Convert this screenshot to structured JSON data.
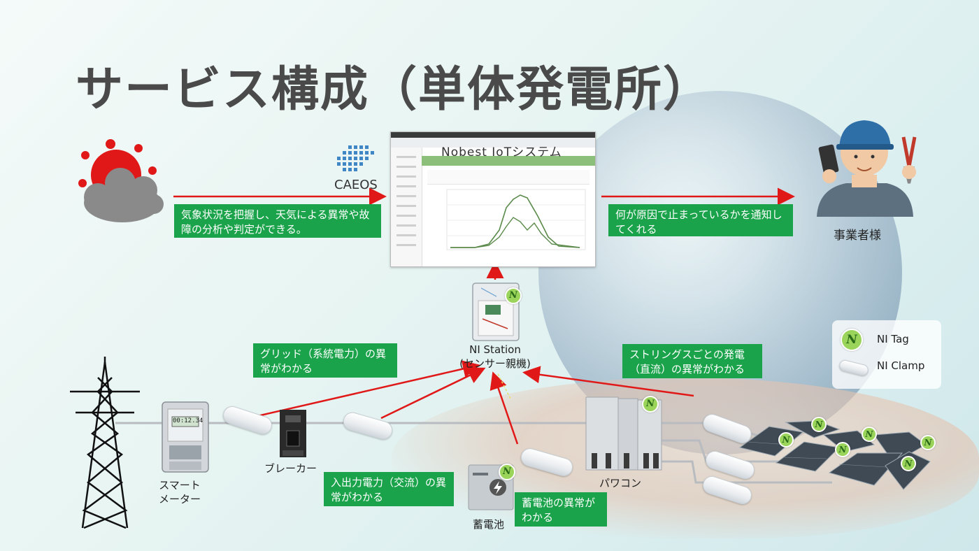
{
  "title": "サービス構成（単体発電所）",
  "system": {
    "screen_title": "Nobest IoTシステム",
    "caeos_label": "CAEOS"
  },
  "callouts": {
    "weather": "気象状況を把握し、天気による異常や故障の分析や判定ができる。",
    "notify": "何が原因で止まっているかを通知してくれる",
    "grid": "グリッド（系統電力）の異常がわかる",
    "strings": "ストリングスごとの発電（直流）の異常がわかる",
    "io_power": "入出力電力（交流）の異常がわかる",
    "battery": "蓄電池の異常がわかる"
  },
  "labels": {
    "operator": "事業者様",
    "station_line1": "NI Station",
    "station_line2": "(センサー親機)",
    "smart_meter_line1": "スマート",
    "smart_meter_line2": "メーター",
    "breaker": "ブレーカー",
    "power_conditioner": "パワコン",
    "battery": "蓄電池"
  },
  "meter_display": "00:12.34",
  "legend": {
    "tag_label": "NI Tag",
    "clamp_label": "NI Clamp",
    "tag_glyph": "N"
  },
  "colors": {
    "callout_green": "#1aa34a",
    "arrow_red": "#e01818",
    "title_gray": "#4a4a4a",
    "tag_green": "#9bd45a",
    "chart_line": "#5a8a4a"
  }
}
